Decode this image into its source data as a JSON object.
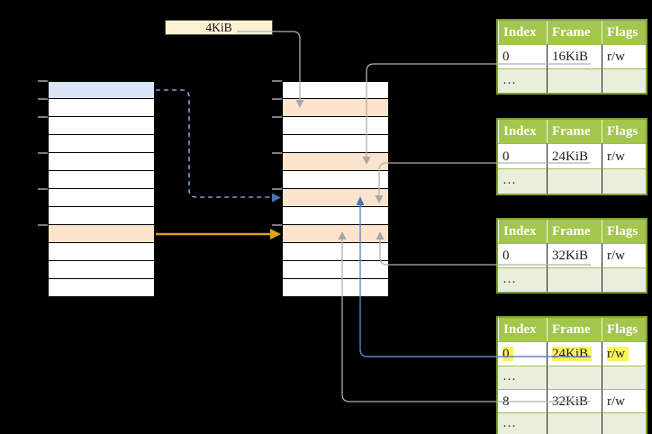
{
  "label_4kib": "4KiB",
  "dots": "…",
  "tables": [
    {
      "name": "page-table-16kib",
      "headers": [
        "Index",
        "Frame",
        "Flags"
      ],
      "rows": [
        {
          "cells": [
            "0",
            "16KiB",
            "r/w"
          ],
          "highlight": false
        },
        {
          "cells": [
            "…",
            "",
            ""
          ],
          "dots": true
        }
      ]
    },
    {
      "name": "page-table-24kib",
      "headers": [
        "Index",
        "Frame",
        "Flags"
      ],
      "rows": [
        {
          "cells": [
            "0",
            "24KiB",
            "r/w"
          ],
          "highlight": false
        },
        {
          "cells": [
            "…",
            "",
            ""
          ],
          "dots": true
        }
      ]
    },
    {
      "name": "page-table-32kib",
      "headers": [
        "Index",
        "Frame",
        "Flags"
      ],
      "rows": [
        {
          "cells": [
            "0",
            "32KiB",
            "r/w"
          ],
          "highlight": false
        },
        {
          "cells": [
            "…",
            "",
            ""
          ],
          "dots": true
        }
      ]
    },
    {
      "name": "page-table-bottom",
      "headers": [
        "Index",
        "Frame",
        "Flags"
      ],
      "rows": [
        {
          "cells": [
            "0",
            "24KiB",
            "r/w"
          ],
          "highlight": true
        },
        {
          "cells": [
            "…",
            "",
            ""
          ],
          "dots": true
        },
        {
          "cells": [
            "8",
            "32KiB",
            "r/w"
          ],
          "highlight": false
        },
        {
          "cells": [
            "…",
            "",
            ""
          ],
          "dots": true
        }
      ]
    }
  ],
  "left_column": {
    "rows": 12,
    "blue_rows": [
      0
    ],
    "orange_rows": [
      8
    ]
  },
  "middle_column": {
    "rows": 12,
    "orange_rows": [
      1,
      4,
      6,
      8
    ]
  },
  "connections": [
    "4KiB label -> middle column frame row 2 (grey, down)",
    "table 16KiB row 0 -> middle column frame row 5 (grey, down)",
    "table 24KiB row 0 -> middle column frame row 7 (grey, down)",
    "table 32KiB row 0 -> middle column frame row 9 (grey, up)",
    "bottom table row 0 (24KiB highlighted) -> middle column frame row 7 (blue, up)",
    "bottom table row 8 (32KiB) -> middle column frame row 9 (grey, up)",
    "left column row 1 (blue) -> middle column row 7 (dashed blue, right)",
    "left column row 9 (orange) -> middle column row 9 (orange, right)"
  ],
  "colors": {
    "green-border": "#7fa037",
    "green-header": "#a3c64c",
    "green-light": "#e9efda",
    "green-rowline": "#a2c14e",
    "header-text": "#ffffff",
    "cell-text": "#1c1c1c",
    "dots-text": "#3c3c30",
    "blue-row": "#d9e4f6",
    "orange-row": "#fce4cc",
    "cream": "#fdf2d3",
    "cream-border": "#4a4a3a",
    "yellow-hl": "#fbf45c",
    "grey-line": "#b0b0b0",
    "grey-head": "#a6a6a6",
    "blue-line": "#5d87c6",
    "blue-head": "#4a74b8",
    "dash-blue": "#7f9ed2",
    "orange-arrow": "#e0a017",
    "tick": "#7f7f7f"
  }
}
